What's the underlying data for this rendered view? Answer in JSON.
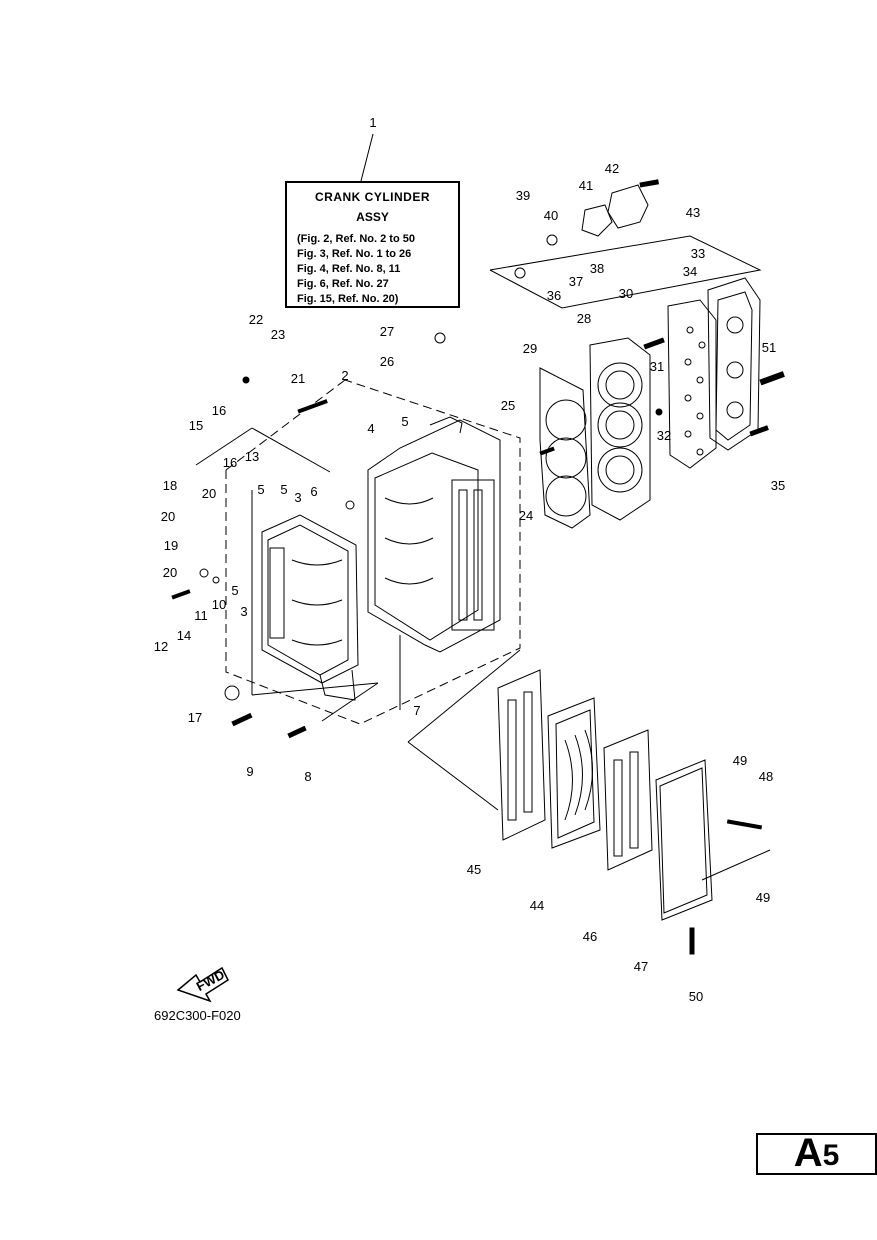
{
  "assembly_box": {
    "title": "CRANK CYLINDER",
    "subtitle": "ASSY",
    "refs": [
      "(Fig. 2, Ref. No. 2 to 50",
      "Fig. 3, Ref. No. 1 to 26",
      "Fig. 4, Ref. No. 8, 11",
      "Fig. 6, Ref. No. 27",
      "Fig. 15, Ref. No. 20)"
    ]
  },
  "labels": [
    "1",
    "2",
    "3",
    "3",
    "4",
    "5",
    "5",
    "5",
    "5",
    "6",
    "7",
    "8",
    "9",
    "10",
    "11",
    "12",
    "13",
    "14",
    "15",
    "16",
    "16",
    "17",
    "18",
    "19",
    "20",
    "20",
    "20",
    "21",
    "22",
    "23",
    "24",
    "25",
    "26",
    "27",
    "28",
    "29",
    "30",
    "31",
    "32",
    "33",
    "34",
    "35",
    "36",
    "37",
    "38",
    "39",
    "40",
    "41",
    "42",
    "43",
    "44",
    "45",
    "46",
    "47",
    "48",
    "49",
    "49",
    "50",
    "51"
  ],
  "fwd_label": "FWD",
  "drawing_code": "692C300-F020",
  "page": {
    "letter": "A",
    "number": "5"
  },
  "colors": {
    "line": "#000000",
    "background": "#ffffff"
  }
}
